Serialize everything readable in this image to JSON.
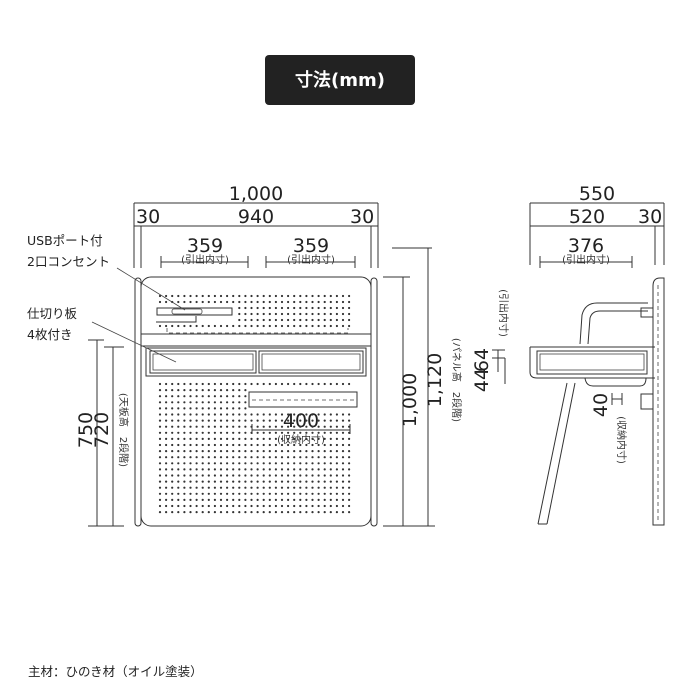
{
  "title": "寸法(mm)",
  "front_view": {
    "width_total": "1,000",
    "width_left_post": "30",
    "width_inner": "940",
    "width_right_post": "30",
    "drawer_left_width": "359",
    "drawer_left_note": "(引出内寸)",
    "drawer_right_width": "359",
    "drawer_right_note": "(引出内寸)",
    "storage_width": "400",
    "storage_note": "(収納内寸)",
    "panel_height_low": "1,000",
    "panel_height_high": "1,120",
    "panel_height_note": "(パネル高　2段階)",
    "desk_height_high": "750",
    "desk_height_low": "720",
    "desk_height_note": "(天板高　2段階)",
    "callout_usb_line1": "USBポート付",
    "callout_usb_line2": "2口コンセント",
    "callout_divider_line1": "仕切り板",
    "callout_divider_line2": "4枚付き"
  },
  "side_view": {
    "depth_total": "550",
    "depth_inner": "520",
    "depth_post": "30",
    "drawer_depth": "376",
    "drawer_depth_note": "(引出内寸)",
    "drawer_height_outer": "64",
    "drawer_height_inner": "44",
    "drawer_height_note": "(引出内寸)",
    "storage_height": "40",
    "storage_height_note": "(収納内寸)"
  },
  "footer": "主材：ひのき材（オイル塗装）"
}
